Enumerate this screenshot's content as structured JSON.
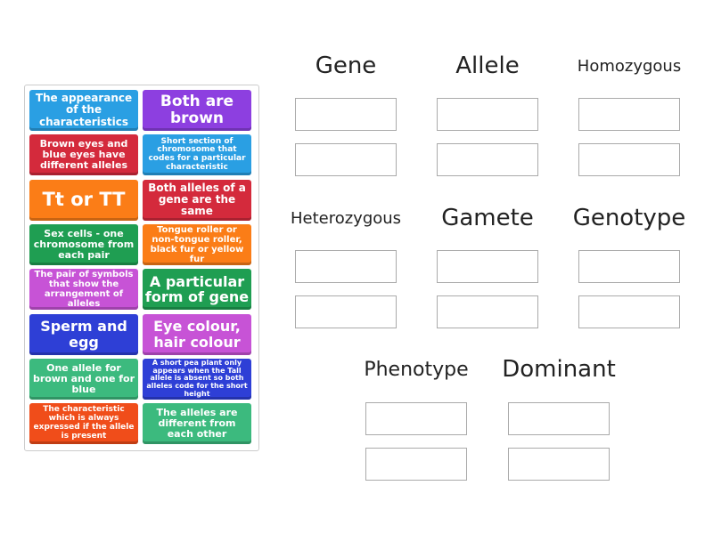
{
  "cards": [
    {
      "text": "The appearance of the characteristics",
      "color": "#2a9fe3"
    },
    {
      "text": "Both are brown",
      "color": "#8d3fe0"
    },
    {
      "text": "Brown eyes and blue eyes have different alleles",
      "color": "#d42a3c"
    },
    {
      "text": "Short section of chromosome that codes for a particular characteristic",
      "color": "#2a9fe3"
    },
    {
      "text": "Tt or TT",
      "color": "#fb7d17"
    },
    {
      "text": "Both alleles of a gene are the same",
      "color": "#d42a3c"
    },
    {
      "text": "Sex cells - one chromosome from each pair",
      "color": "#1f9e52"
    },
    {
      "text": "Tongue roller or non-tongue roller, black fur or yellow fur",
      "color": "#fb7d17"
    },
    {
      "text": "The pair of symbols that show the arrangement of alleles",
      "color": "#c753d6"
    },
    {
      "text": "A particular form of gene",
      "color": "#1f9e52"
    },
    {
      "text": "Sperm and egg",
      "color": "#2e3fd6"
    },
    {
      "text": "Eye colour, hair colour",
      "color": "#c753d6"
    },
    {
      "text": "One allele for brown and one for blue",
      "color": "#3cba7e"
    },
    {
      "text": "A short pea plant only appears when the Tall allele is absent so both alleles code for the short height",
      "color": "#2e3fd6"
    },
    {
      "text": "The characteristic which is always expressed if the allele is present",
      "color": "#f04d1a"
    },
    {
      "text": "The alleles are different from each other",
      "color": "#3cba7e"
    }
  ],
  "groups": [
    "Gene",
    "Allele",
    "Homozygous",
    "Heterozygous",
    "Gamete",
    "Genotype",
    "Phenotype",
    "Dominant"
  ]
}
